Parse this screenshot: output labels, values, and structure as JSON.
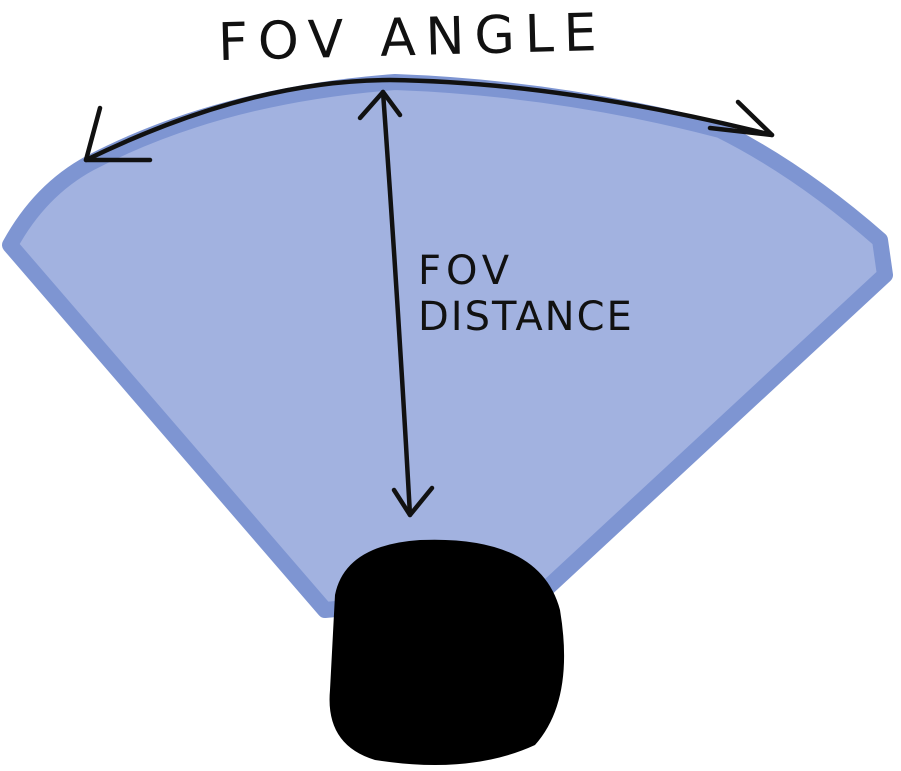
{
  "diagram": {
    "labels": {
      "fov_angle": "FOV ANGLE",
      "fov_distance_line1": "FOV",
      "fov_distance_line2": "DISTANCE"
    },
    "colors": {
      "cone_fill": "#a2b2e0",
      "cone_outline": "#7e95d2",
      "ink": "#111111",
      "agent": "#000000"
    },
    "shapes": {
      "vision_cone": "field-of-view-wedge",
      "agent": "black-circle"
    }
  }
}
